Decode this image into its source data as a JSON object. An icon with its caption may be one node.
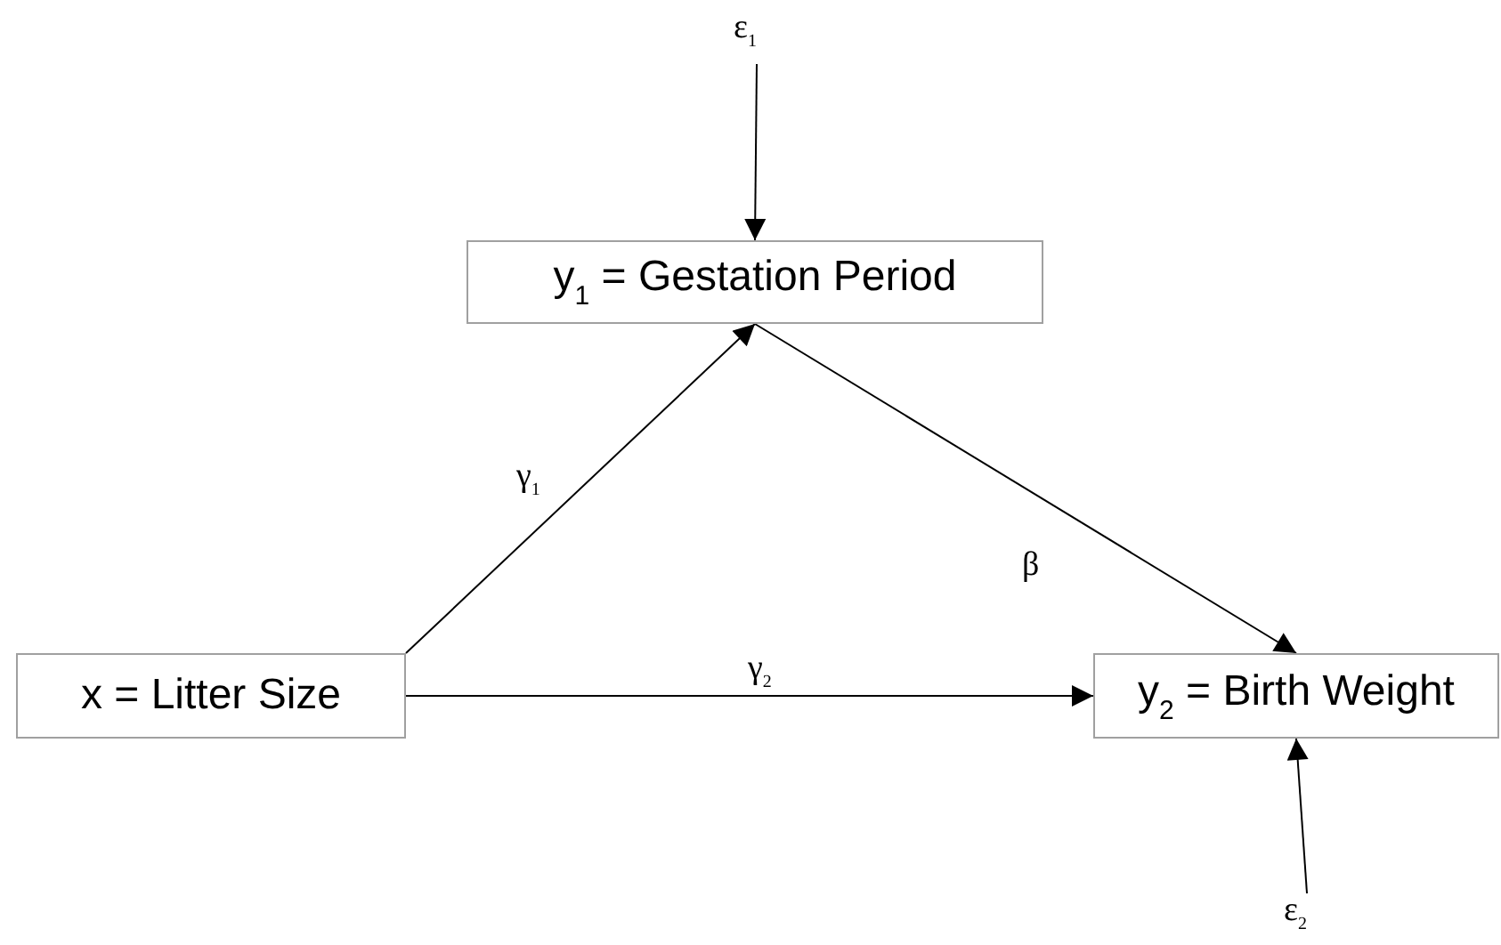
{
  "diagram": {
    "nodes": [
      {
        "text": [
          "ε$_{1}$"
        ]
      },
      {
        "text": [
          "y$_{1}$ = Gestation Period"
        ]
      },
      {
        "text": [
          "x = Litter Size"
        ]
      },
      {
        "text": [
          "y$_{2}$ = Birth Weight"
        ]
      },
      {
        "text": [
          "ε$_{2}$"
        ]
      }
    ],
    "edges": [
      {
        "from": 0,
        "to": 1,
        "arrow": "to"
      },
      {
        "from": 2,
        "to": 1,
        "arrow": "to",
        "label": "γ$_{1}$"
      },
      {
        "from": 1,
        "to": 3,
        "arrow": "to",
        "label": "β"
      },
      {
        "from": 2,
        "to": 3,
        "arrow": "to",
        "label": "γ$_{2}$"
      },
      {
        "from": 4,
        "to": 3,
        "arrow": "to"
      }
    ]
  }
}
